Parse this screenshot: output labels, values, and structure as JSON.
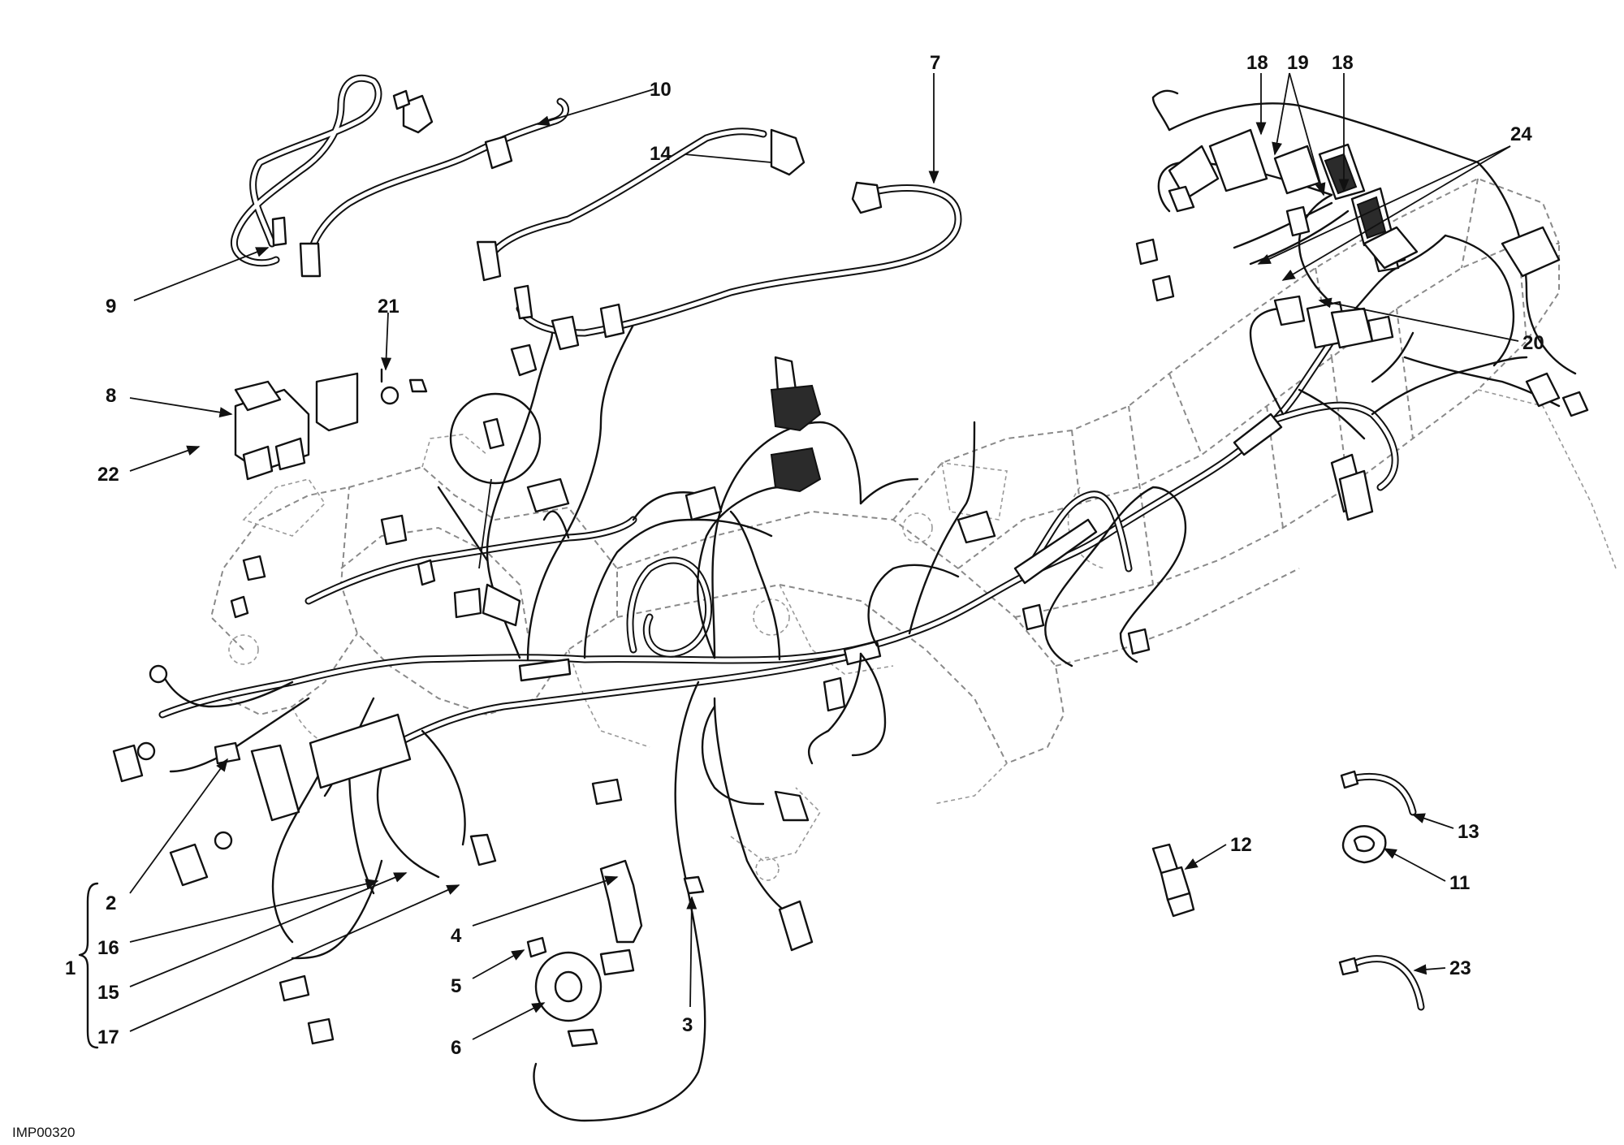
{
  "drawing_ref": "IMP00320",
  "callouts": [
    {
      "id": "c1",
      "label": "1"
    },
    {
      "id": "c2",
      "label": "2"
    },
    {
      "id": "c3",
      "label": "3"
    },
    {
      "id": "c4",
      "label": "4"
    },
    {
      "id": "c5",
      "label": "5"
    },
    {
      "id": "c6",
      "label": "6"
    },
    {
      "id": "c7",
      "label": "7"
    },
    {
      "id": "c8",
      "label": "8"
    },
    {
      "id": "c9",
      "label": "9"
    },
    {
      "id": "c10",
      "label": "10"
    },
    {
      "id": "c11",
      "label": "11"
    },
    {
      "id": "c12",
      "label": "12"
    },
    {
      "id": "c13",
      "label": "13"
    },
    {
      "id": "c14",
      "label": "14"
    },
    {
      "id": "c15",
      "label": "15"
    },
    {
      "id": "c16",
      "label": "16"
    },
    {
      "id": "c17",
      "label": "17"
    },
    {
      "id": "c18a",
      "label": "18"
    },
    {
      "id": "c18b",
      "label": "18"
    },
    {
      "id": "c19",
      "label": "19"
    },
    {
      "id": "c20",
      "label": "20"
    },
    {
      "id": "c21",
      "label": "21"
    },
    {
      "id": "c22",
      "label": "22"
    },
    {
      "id": "c23",
      "label": "23"
    },
    {
      "id": "c24",
      "label": "24"
    }
  ]
}
